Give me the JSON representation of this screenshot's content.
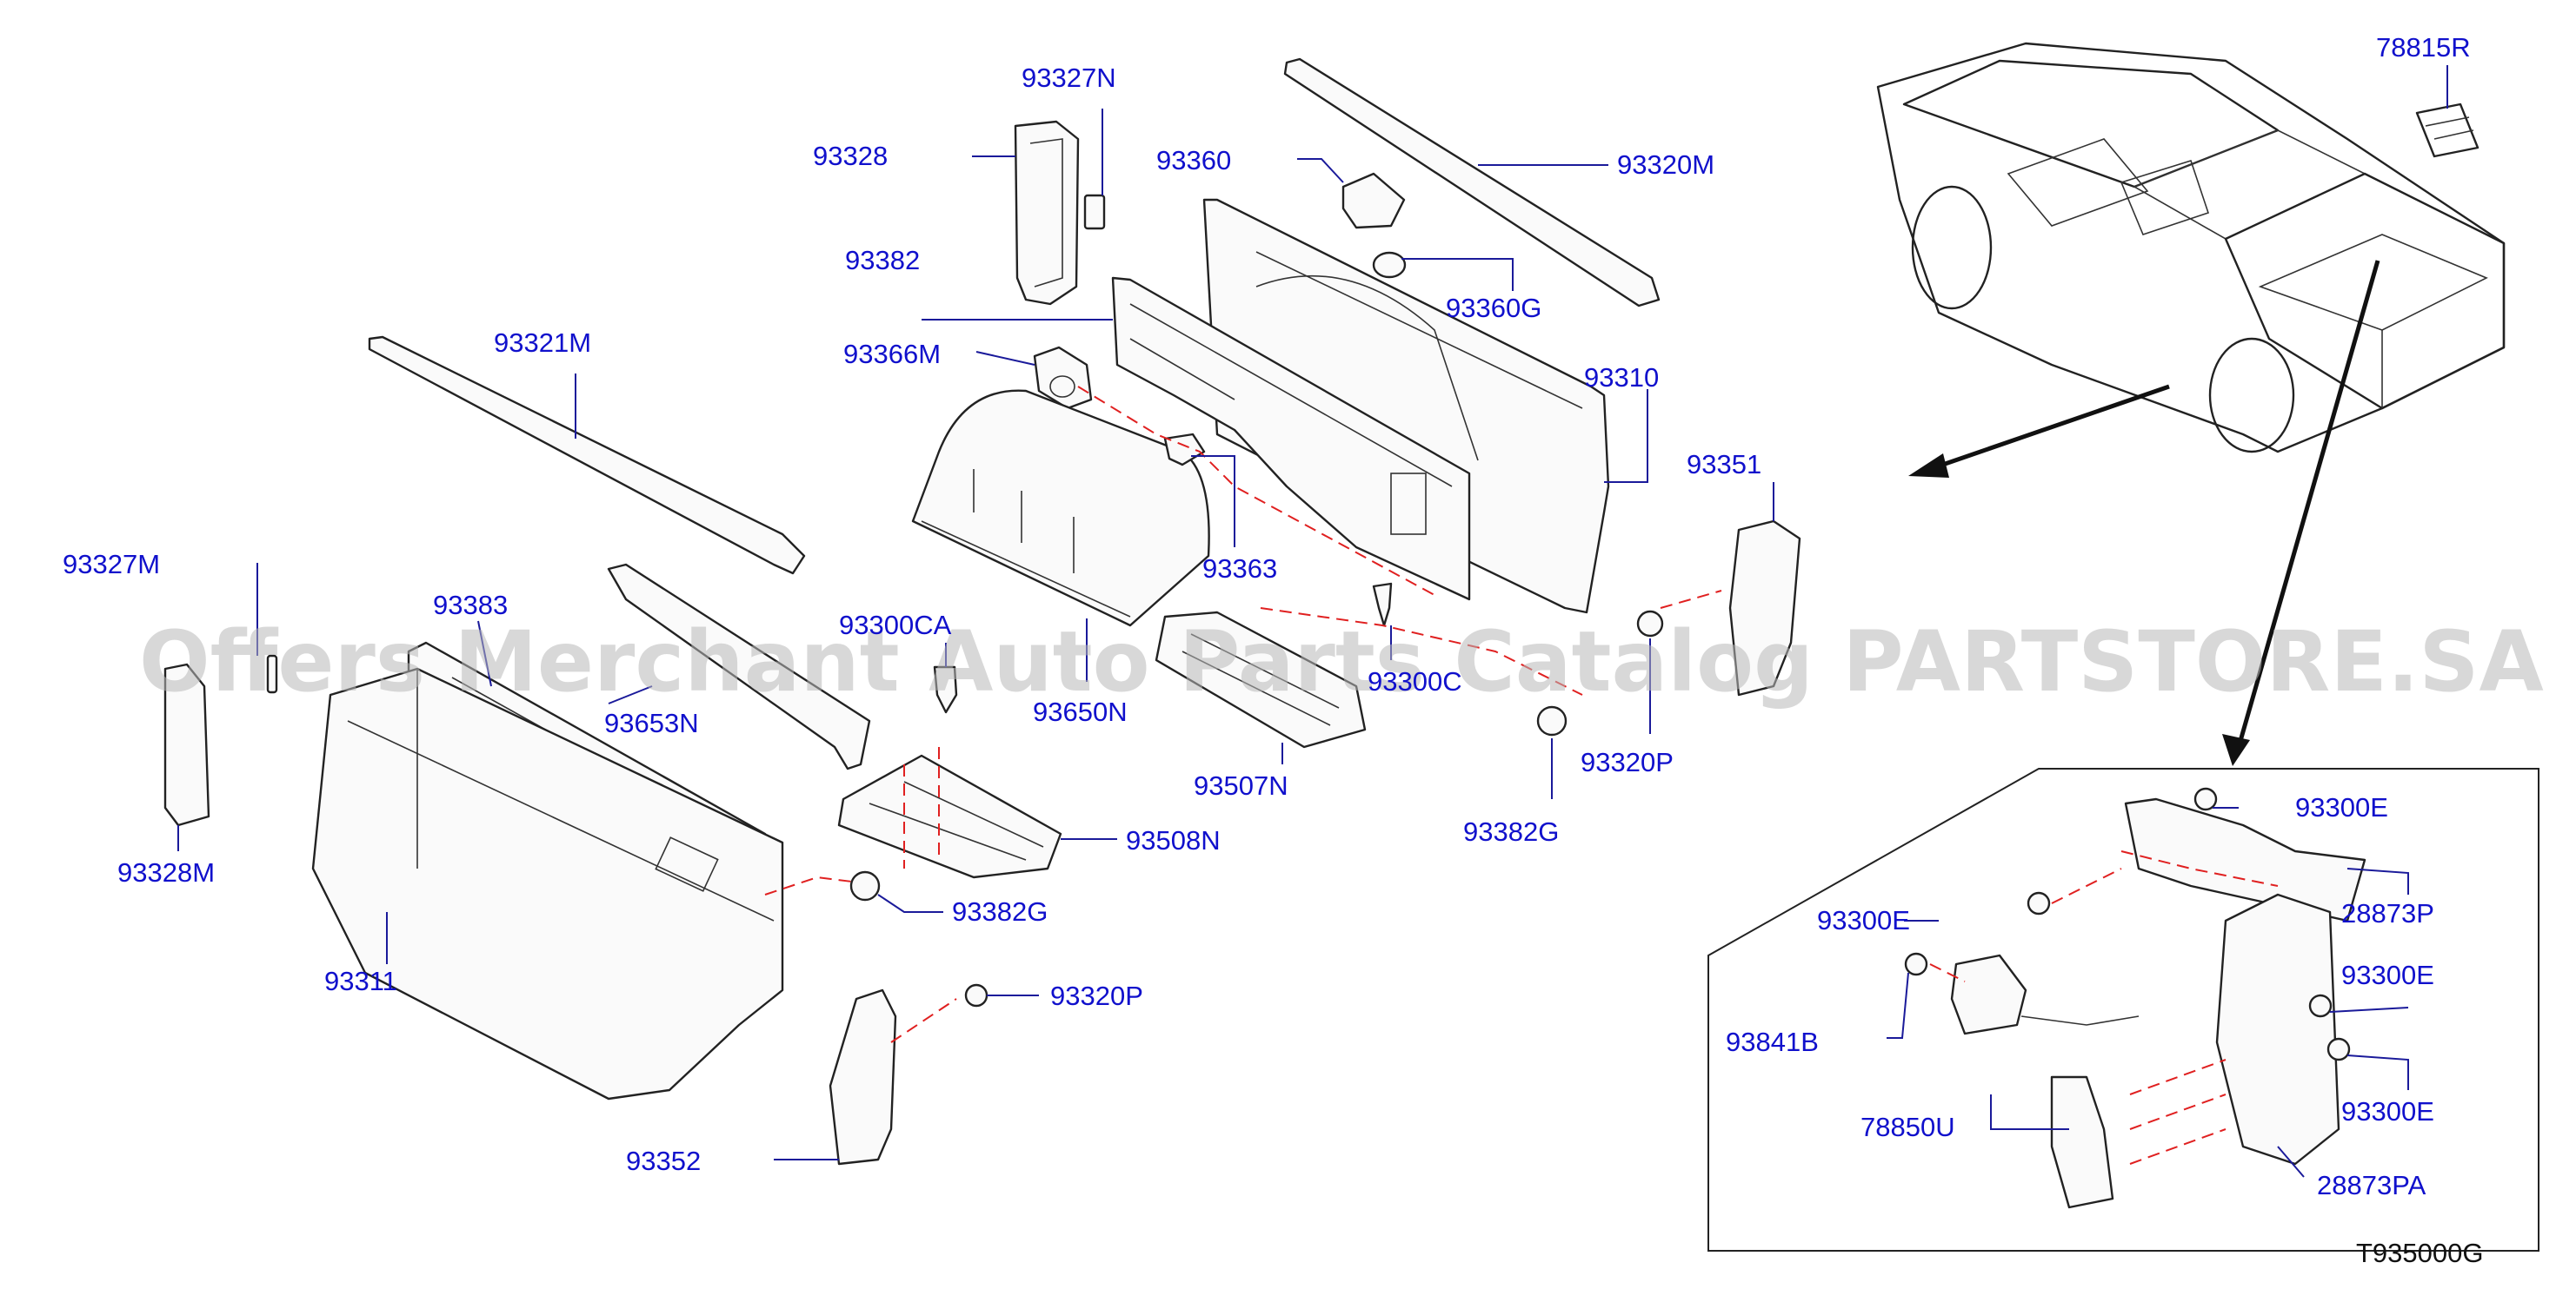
{
  "diagram": {
    "code": "T935000G",
    "watermark": "Offers Merchant Auto Parts Catalog PARTSTORE.SA",
    "callouts": [
      {
        "id": "c01",
        "text": "78815R"
      },
      {
        "id": "c02",
        "text": "93327N"
      },
      {
        "id": "c03",
        "text": "93328"
      },
      {
        "id": "c04",
        "text": "93360"
      },
      {
        "id": "c05",
        "text": "93320M"
      },
      {
        "id": "c06",
        "text": "93382"
      },
      {
        "id": "c07",
        "text": "93360G"
      },
      {
        "id": "c08",
        "text": "93321M"
      },
      {
        "id": "c09",
        "text": "93366M"
      },
      {
        "id": "c10",
        "text": "93310"
      },
      {
        "id": "c11",
        "text": "93351"
      },
      {
        "id": "c12",
        "text": "93327M"
      },
      {
        "id": "c13",
        "text": "93363"
      },
      {
        "id": "c14",
        "text": "93383"
      },
      {
        "id": "c15",
        "text": "93300CA"
      },
      {
        "id": "c16",
        "text": "93300C"
      },
      {
        "id": "c17",
        "text": "93653N"
      },
      {
        "id": "c18",
        "text": "93650N"
      },
      {
        "id": "c19",
        "text": "93320P"
      },
      {
        "id": "c20",
        "text": "93507N"
      },
      {
        "id": "c21",
        "text": "93382G"
      },
      {
        "id": "c22",
        "text": "93508N"
      },
      {
        "id": "c23",
        "text": "93328M"
      },
      {
        "id": "c24",
        "text": "93382G"
      },
      {
        "id": "c25",
        "text": "93311"
      },
      {
        "id": "c26",
        "text": "93320P"
      },
      {
        "id": "c27",
        "text": "93352"
      },
      {
        "id": "c28",
        "text": "93300E"
      },
      {
        "id": "c29",
        "text": "93300E"
      },
      {
        "id": "c30",
        "text": "28873P"
      },
      {
        "id": "c31",
        "text": "93300E"
      },
      {
        "id": "c32",
        "text": "93841B"
      },
      {
        "id": "c33",
        "text": "93300E"
      },
      {
        "id": "c34",
        "text": "78850U"
      },
      {
        "id": "c35",
        "text": "28873PA"
      }
    ]
  }
}
